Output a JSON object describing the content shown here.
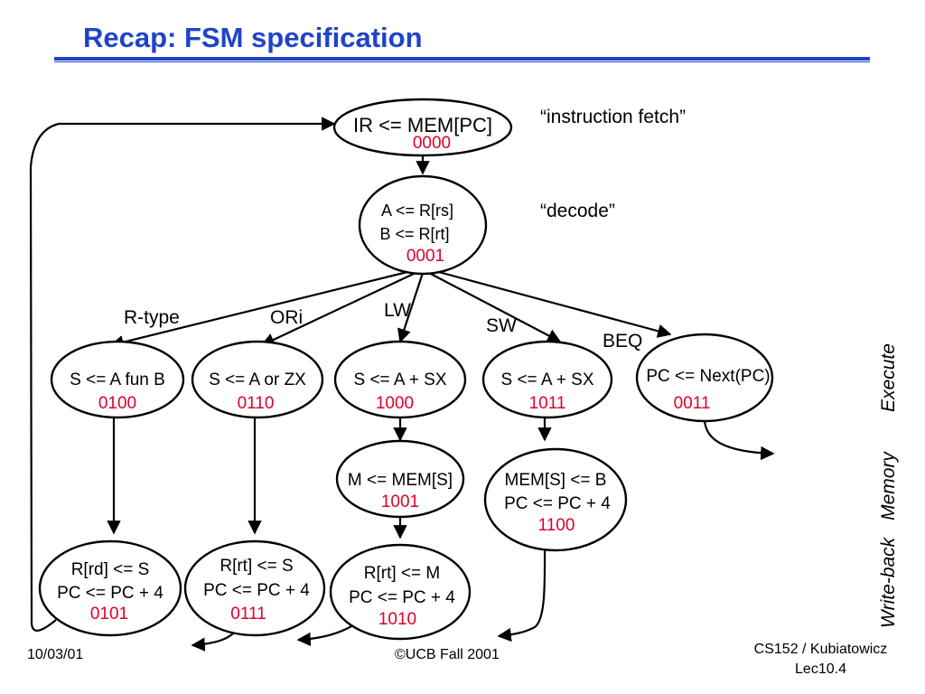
{
  "title": "Recap: FSM specification",
  "notes": {
    "fetch": "“instruction fetch”",
    "decode": "“decode”"
  },
  "states": {
    "fetch": {
      "line1": "IR <= MEM[PC]",
      "code": "0000"
    },
    "decode": {
      "line1": "A <= R[rs]",
      "line2": "B <= R[rt]",
      "code": "0001"
    },
    "rtype_exec": {
      "line1": "S <= A fun B",
      "code": "0100"
    },
    "ori_exec": {
      "line1": "S <= A or ZX",
      "code": "0110"
    },
    "lw_exec": {
      "line1": "S <= A + SX",
      "code": "1000"
    },
    "sw_exec": {
      "line1": "S <= A + SX",
      "code": "1011"
    },
    "beq_exec": {
      "line1": "PC <= Next(PC)",
      "code": "0011"
    },
    "lw_mem": {
      "line1": "M <= MEM[S]",
      "code": "1001"
    },
    "sw_mem": {
      "line1": "MEM[S] <= B",
      "line2": "PC <= PC + 4",
      "code": "1100"
    },
    "rtype_wb": {
      "line1": "R[rd] <= S",
      "line2": "PC <= PC + 4",
      "code": "0101"
    },
    "ori_wb": {
      "line1": "R[rt] <= S",
      "line2": "PC <= PC + 4",
      "code": "0111"
    },
    "lw_wb": {
      "line1": "R[rt] <= M",
      "line2": "PC <= PC + 4",
      "code": "1010"
    }
  },
  "edge_labels": {
    "rtype": "R-type",
    "ori": "ORi",
    "lw": "LW",
    "sw": "SW",
    "beq": "BEQ"
  },
  "stage_labels": {
    "execute": "Execute",
    "memory": "Memory",
    "writeback": "Write-back"
  },
  "footer": {
    "date": "10/03/01",
    "copyright": "©UCB Fall 2001",
    "course": "CS152 / Kubiatowicz",
    "lecture": "Lec10.4"
  },
  "colors": {
    "title": "#1f44c9",
    "state_code": "#e0002a",
    "stroke": "#000000"
  }
}
